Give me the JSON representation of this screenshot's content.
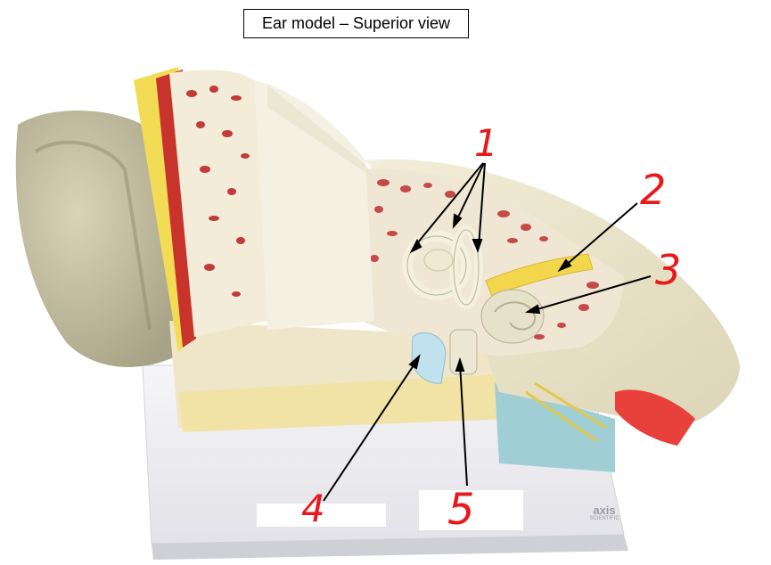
{
  "title": "Ear model – Superior view",
  "labels": [
    "1",
    "2",
    "3",
    "4",
    "5"
  ],
  "brand": {
    "name": "axis",
    "tagline": "SCIENTIFIC"
  },
  "colors": {
    "label": "#e8181b",
    "cream": "#ece6cf",
    "bone_red": "#c23a3a",
    "nerve_yellow": "#f2d64b",
    "base": "#f1f1f4"
  }
}
